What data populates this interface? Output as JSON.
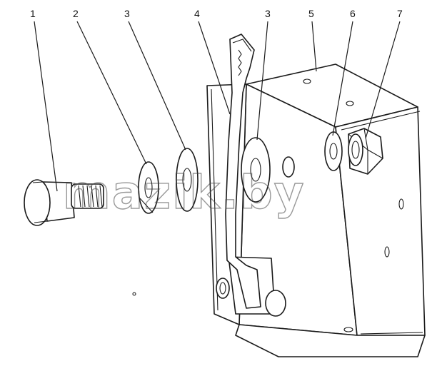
{
  "callouts": [
    {
      "id": "1",
      "part": "bolt"
    },
    {
      "id": "2",
      "part": "spring-washer"
    },
    {
      "id": "3",
      "part": "washer"
    },
    {
      "id": "4",
      "part": "lever"
    },
    {
      "id": "3",
      "part": "washer"
    },
    {
      "id": "5",
      "part": "bracket"
    },
    {
      "id": "6",
      "part": "washer"
    },
    {
      "id": "7",
      "part": "nut"
    }
  ],
  "watermark": "mazik.by"
}
